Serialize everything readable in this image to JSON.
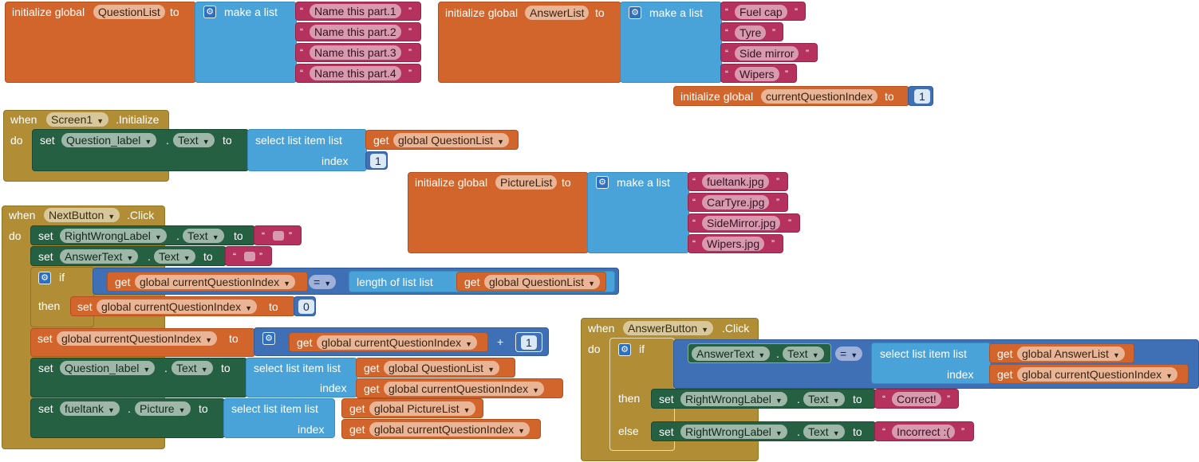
{
  "kw": {
    "init_global": "initialize global",
    "to": "to",
    "make_list": "make a list",
    "when": "when",
    "do": "do",
    "set": "set",
    "get": "get",
    "dot": ".",
    "select_list_item_list": "select list item  list",
    "index": "index",
    "if": "if",
    "then": "then",
    "else": "else",
    "length_of_list": "length of list  list",
    "plus": "+",
    "eq": "=",
    "open_quote": "“",
    "close_quote": "”"
  },
  "icons": {
    "gear": "gear-icon",
    "dropdown": "triangle-down"
  },
  "colors": {
    "variables": "#d2652c",
    "lists": "#4aa3d8",
    "text": "#b5325f",
    "events": "#b18e35",
    "components": "#266043",
    "math": "#3f6fb5"
  },
  "question_list": {
    "name": "QuestionList",
    "items": [
      "Name this part.1",
      "Name this part.2",
      "Name this part.3",
      "Name this part.4"
    ]
  },
  "answer_list": {
    "name": "AnswerList",
    "items": [
      "Fuel cap",
      "Tyre",
      "Side mirror",
      "Wipers"
    ]
  },
  "current_index_var": {
    "name": "currentQuestionIndex",
    "value": "1"
  },
  "picture_list": {
    "name": "PictureList",
    "items": [
      "fueltank.jpg",
      "CarTyre.jpg",
      "SideMirror.jpg",
      "Wipers.jpg"
    ]
  },
  "screen_init": {
    "component": "Screen1",
    "event": ".Initialize",
    "set_component": "Question_label",
    "set_prop": "Text",
    "get_var": "global QuestionList",
    "index_value": "1"
  },
  "next_click": {
    "component": "NextButton",
    "event": ".Click",
    "set1_component": "RightWrongLabel",
    "set1_prop": "Text",
    "set2_component": "AnswerText",
    "set2_prop": "Text",
    "if_get": "global currentQuestionIndex",
    "if_op": "=",
    "if_len_get": "global QuestionList",
    "then_set_var": "global currentQuestionIndex",
    "then_value": "0",
    "set3_var": "global currentQuestionIndex",
    "set3_get": "global currentQuestionIndex",
    "set3_add": "1",
    "set4_component": "Question_label",
    "set4_prop": "Text",
    "set4_list": "global QuestionList",
    "set4_index": "global currentQuestionIndex",
    "set5_component": "fueltank",
    "set5_prop": "Picture",
    "set5_list": "global PictureList",
    "set5_index": "global currentQuestionIndex"
  },
  "answer_click": {
    "component": "AnswerButton",
    "event": ".Click",
    "cond_component": "AnswerText",
    "cond_prop": "Text",
    "cond_op": "=",
    "cond_list": "global AnswerList",
    "cond_index": "global currentQuestionIndex",
    "then_component": "RightWrongLabel",
    "then_prop": "Text",
    "then_text": "Correct!",
    "else_component": "RightWrongLabel",
    "else_prop": "Text",
    "else_text": "Incorrect :("
  }
}
